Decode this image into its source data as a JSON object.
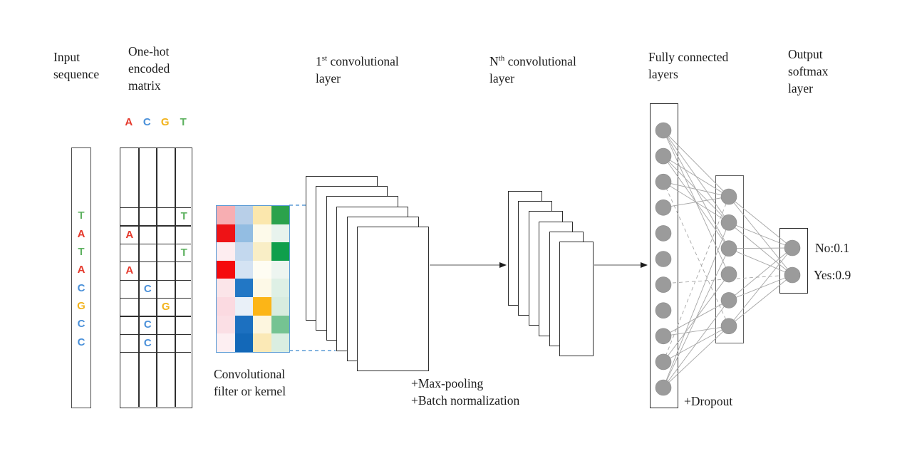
{
  "palette": {
    "A": "#e5392c",
    "C": "#4a90d9",
    "G": "#f2b31c",
    "T": "#5fb261",
    "node": "#9b9b9b",
    "node_edge": "#8a8a8a",
    "connector": "#a6a6a6",
    "filter_border": "#5b9bd5",
    "arrow_line": "#7a7a7a",
    "arrow_head": "#1a1a1a"
  },
  "headers": {
    "input": {
      "line1": "Input",
      "line2": "sequence"
    },
    "onehot": {
      "line1": "One-hot",
      "line2": "encoded",
      "line3": "matrix"
    },
    "conv1": {
      "base": "1",
      "sup": "st",
      "rest": " convolutional",
      "line2": "layer"
    },
    "convN": {
      "base": "N",
      "sup": "th",
      "rest": " convolutional",
      "line2": "layer"
    },
    "fc": {
      "line1": "Fully connected",
      "line2": "layers"
    },
    "output": {
      "line1": "Output",
      "line2": "softmax",
      "line3": "layer"
    }
  },
  "annotations": {
    "filter": {
      "line1": "Convolutional",
      "line2": "filter or kernel"
    },
    "pooling": {
      "line1": "+Max-pooling",
      "line2": "+Batch normalization"
    },
    "dropout": "+Dropout",
    "outputs": [
      {
        "label": "No:0.1"
      },
      {
        "label": "Yes:0.9"
      }
    ]
  },
  "input_sequence": [
    "T",
    "A",
    "T",
    "A",
    "C",
    "G",
    "C",
    "C"
  ],
  "onehot_matrix": {
    "columns": [
      "A",
      "C",
      "G",
      "T"
    ],
    "rows": [
      {
        "letter": "T",
        "col": 3
      },
      {
        "letter": "A",
        "col": 0
      },
      {
        "letter": "T",
        "col": 3
      },
      {
        "letter": "A",
        "col": 0
      },
      {
        "letter": "C",
        "col": 1
      },
      {
        "letter": "G",
        "col": 2
      },
      {
        "letter": "C",
        "col": 1
      },
      {
        "letter": "C",
        "col": 1
      }
    ]
  },
  "conv_filter": {
    "rows": [
      [
        "#f7aeb2",
        "#b8cfe8",
        "#fbe7ad",
        "#2ba24c"
      ],
      [
        "#ee1316",
        "#93bde2",
        "#fdfaea",
        "#e8f3ed"
      ],
      [
        "#fdedf0",
        "#c3d8ee",
        "#f9eec6",
        "#0f9f4c"
      ],
      [
        "#f50a0d",
        "#d4e3f3",
        "#fefdf3",
        "#edf5f0"
      ],
      [
        "#fbe5e9",
        "#2277c5",
        "#fdf9e7",
        "#def0e5"
      ],
      [
        "#fbdae1",
        "#e9f0f8",
        "#fcb517",
        "#d8ecdf"
      ],
      [
        "#fbdfe5",
        "#1c70c0",
        "#fdf6df",
        "#75c392"
      ],
      [
        "#fdeff2",
        "#1368b8",
        "#fbe9b6",
        "#daeee1"
      ]
    ]
  },
  "network": {
    "conv1_sheets": 6,
    "convN_sheets": 6,
    "fc1_nodes": 11,
    "fc2_nodes": 6,
    "output_nodes": 2,
    "fc1_fc2_links": [
      [
        0,
        0,
        0
      ],
      [
        0,
        1,
        0
      ],
      [
        0,
        2,
        0
      ],
      [
        0,
        3,
        0
      ],
      [
        1,
        0,
        0
      ],
      [
        1,
        1,
        0
      ],
      [
        1,
        2,
        0
      ],
      [
        2,
        0,
        0
      ],
      [
        2,
        1,
        0
      ],
      [
        2,
        5,
        1
      ],
      [
        3,
        0,
        0
      ],
      [
        8,
        4,
        0
      ],
      [
        8,
        5,
        0
      ],
      [
        9,
        0,
        1
      ],
      [
        9,
        3,
        0
      ],
      [
        9,
        5,
        0
      ],
      [
        10,
        1,
        0
      ],
      [
        10,
        2,
        0
      ],
      [
        10,
        4,
        0
      ],
      [
        10,
        5,
        0
      ]
    ],
    "fc2_out_links": [
      [
        0,
        0,
        0
      ],
      [
        0,
        1,
        0
      ],
      [
        1,
        0,
        0
      ],
      [
        1,
        1,
        0
      ],
      [
        2,
        0,
        0
      ],
      [
        2,
        1,
        0
      ],
      [
        4,
        0,
        0
      ],
      [
        4,
        1,
        0
      ],
      [
        5,
        0,
        0
      ],
      [
        5,
        1,
        0
      ]
    ]
  }
}
